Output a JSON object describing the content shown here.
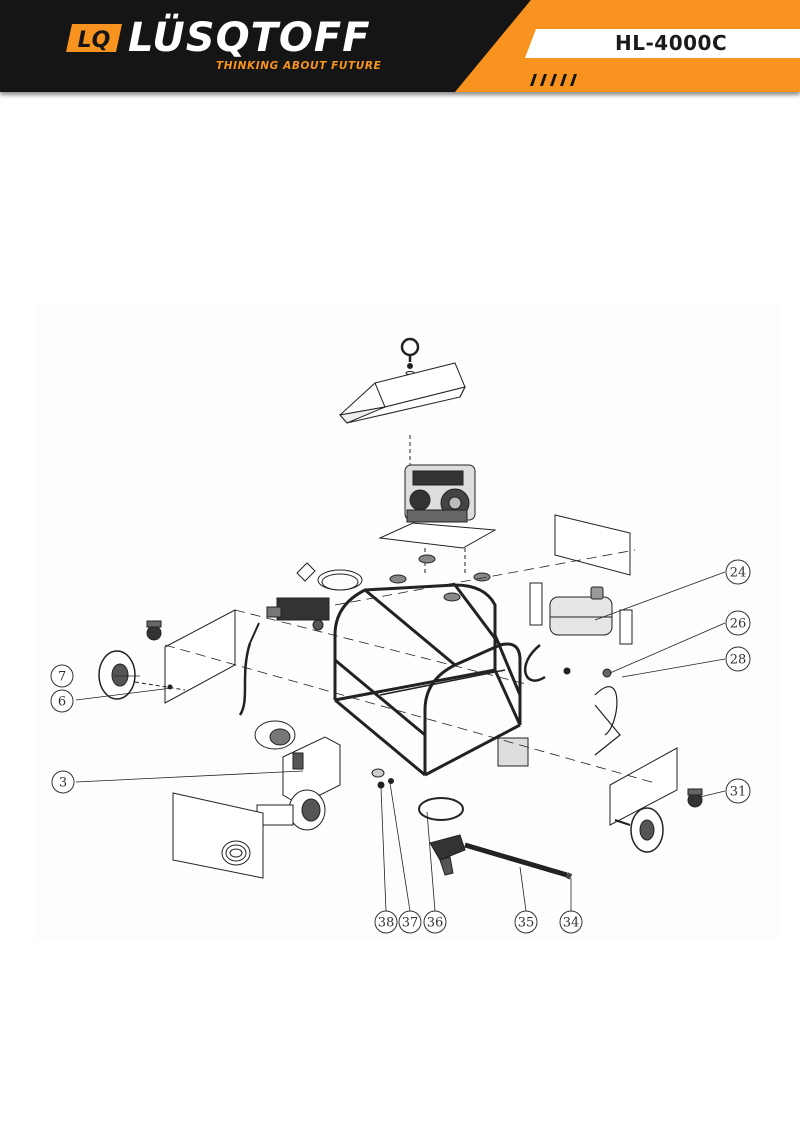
{
  "header": {
    "brand": "LÜSQTOFF",
    "logo_mark": "LQ",
    "tagline": "THINKING ABOUT FUTURE",
    "model": "HL-4000C",
    "colors": {
      "accent": "#f7931e",
      "dark": "#151515"
    }
  },
  "diagram": {
    "callouts": {
      "c3": "3",
      "c6": "6",
      "c7": "7",
      "c24": "24",
      "c26": "26",
      "c28": "28",
      "c31": "31",
      "c34": "34",
      "c35": "35",
      "c36": "36",
      "c37": "37",
      "c38": "38"
    }
  }
}
